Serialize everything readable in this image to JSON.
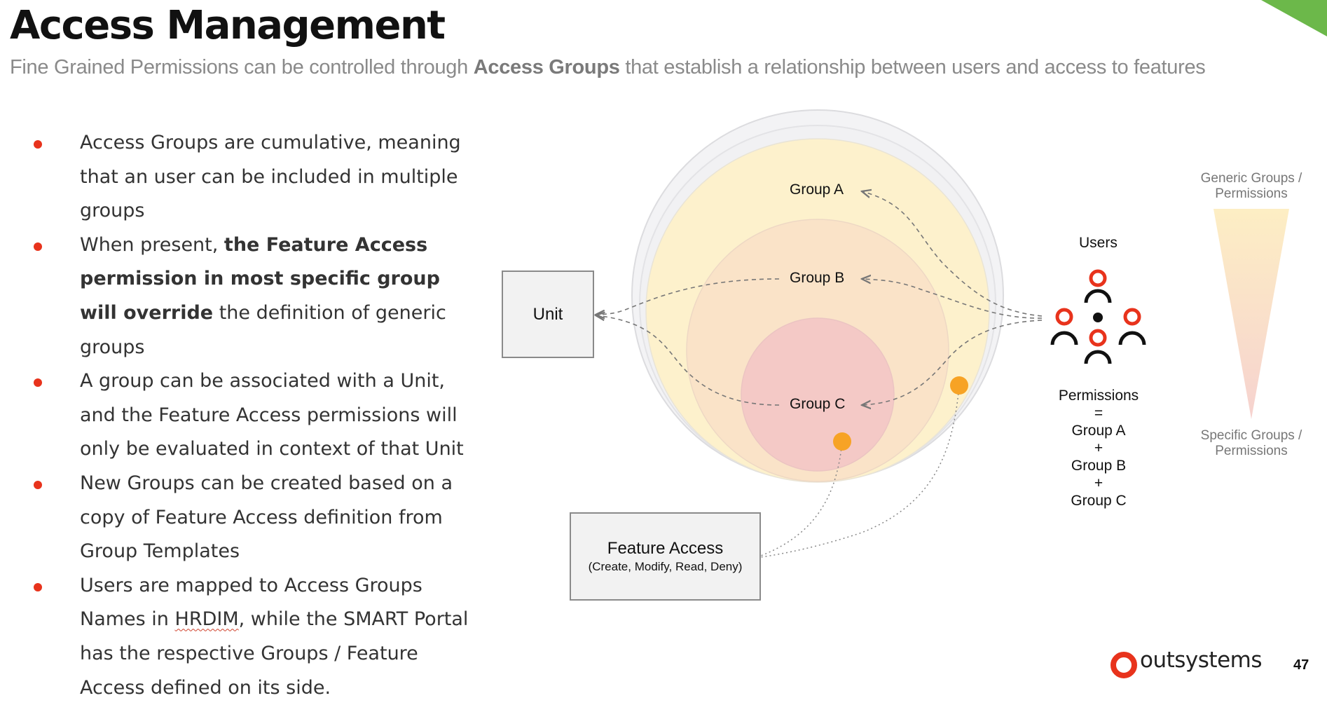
{
  "title": "Access Management",
  "subtitle": {
    "before": "Fine Grained Permissions can be controlled through ",
    "bold": "Access Groups",
    "after": " that establish a relationship between users and access to features"
  },
  "bullets": [
    {
      "pre": "Access Groups are cumulative, meaning that an user can be included in multiple groups"
    },
    {
      "pre": "When present, ",
      "bold": "the Feature Access permission in most specific group will override",
      "post": " the definition of generic groups"
    },
    {
      "pre": "A group can be associated with a Unit, and the Feature Access permissions will only be evaluated in context of that Unit"
    },
    {
      "pre": "New Groups can be created based on a copy of Feature Access definition from Group Templates"
    },
    {
      "pre": "Users are mapped to Access Groups Names in ",
      "wavy": "HRDIM",
      "post": ", while the SMART Portal has the respective Groups / Feature Access defined on its side."
    }
  ],
  "diagram": {
    "unit_label": "Unit",
    "feature_access": {
      "title": "Feature Access",
      "subtitle": "(Create, Modify, Read, Deny)"
    },
    "groups": {
      "a": "Group A",
      "b": "Group B",
      "c": "Group C"
    },
    "users_label": "Users",
    "permissions": [
      "Permissions",
      "=",
      "Group A",
      "+",
      "Group B",
      "+",
      "Group C"
    ],
    "triangle": {
      "top": "Generic Groups / Permissions",
      "bottom": "Specific Groups / Permissions"
    },
    "colors": {
      "accent": "#e8331c",
      "orange_dot": "#f7a325",
      "group_a": "#fdf1cc",
      "group_b": "#fae3c8",
      "group_c": "#f4c9c6"
    }
  },
  "footer": {
    "logo": "outsystems",
    "page": "47"
  }
}
